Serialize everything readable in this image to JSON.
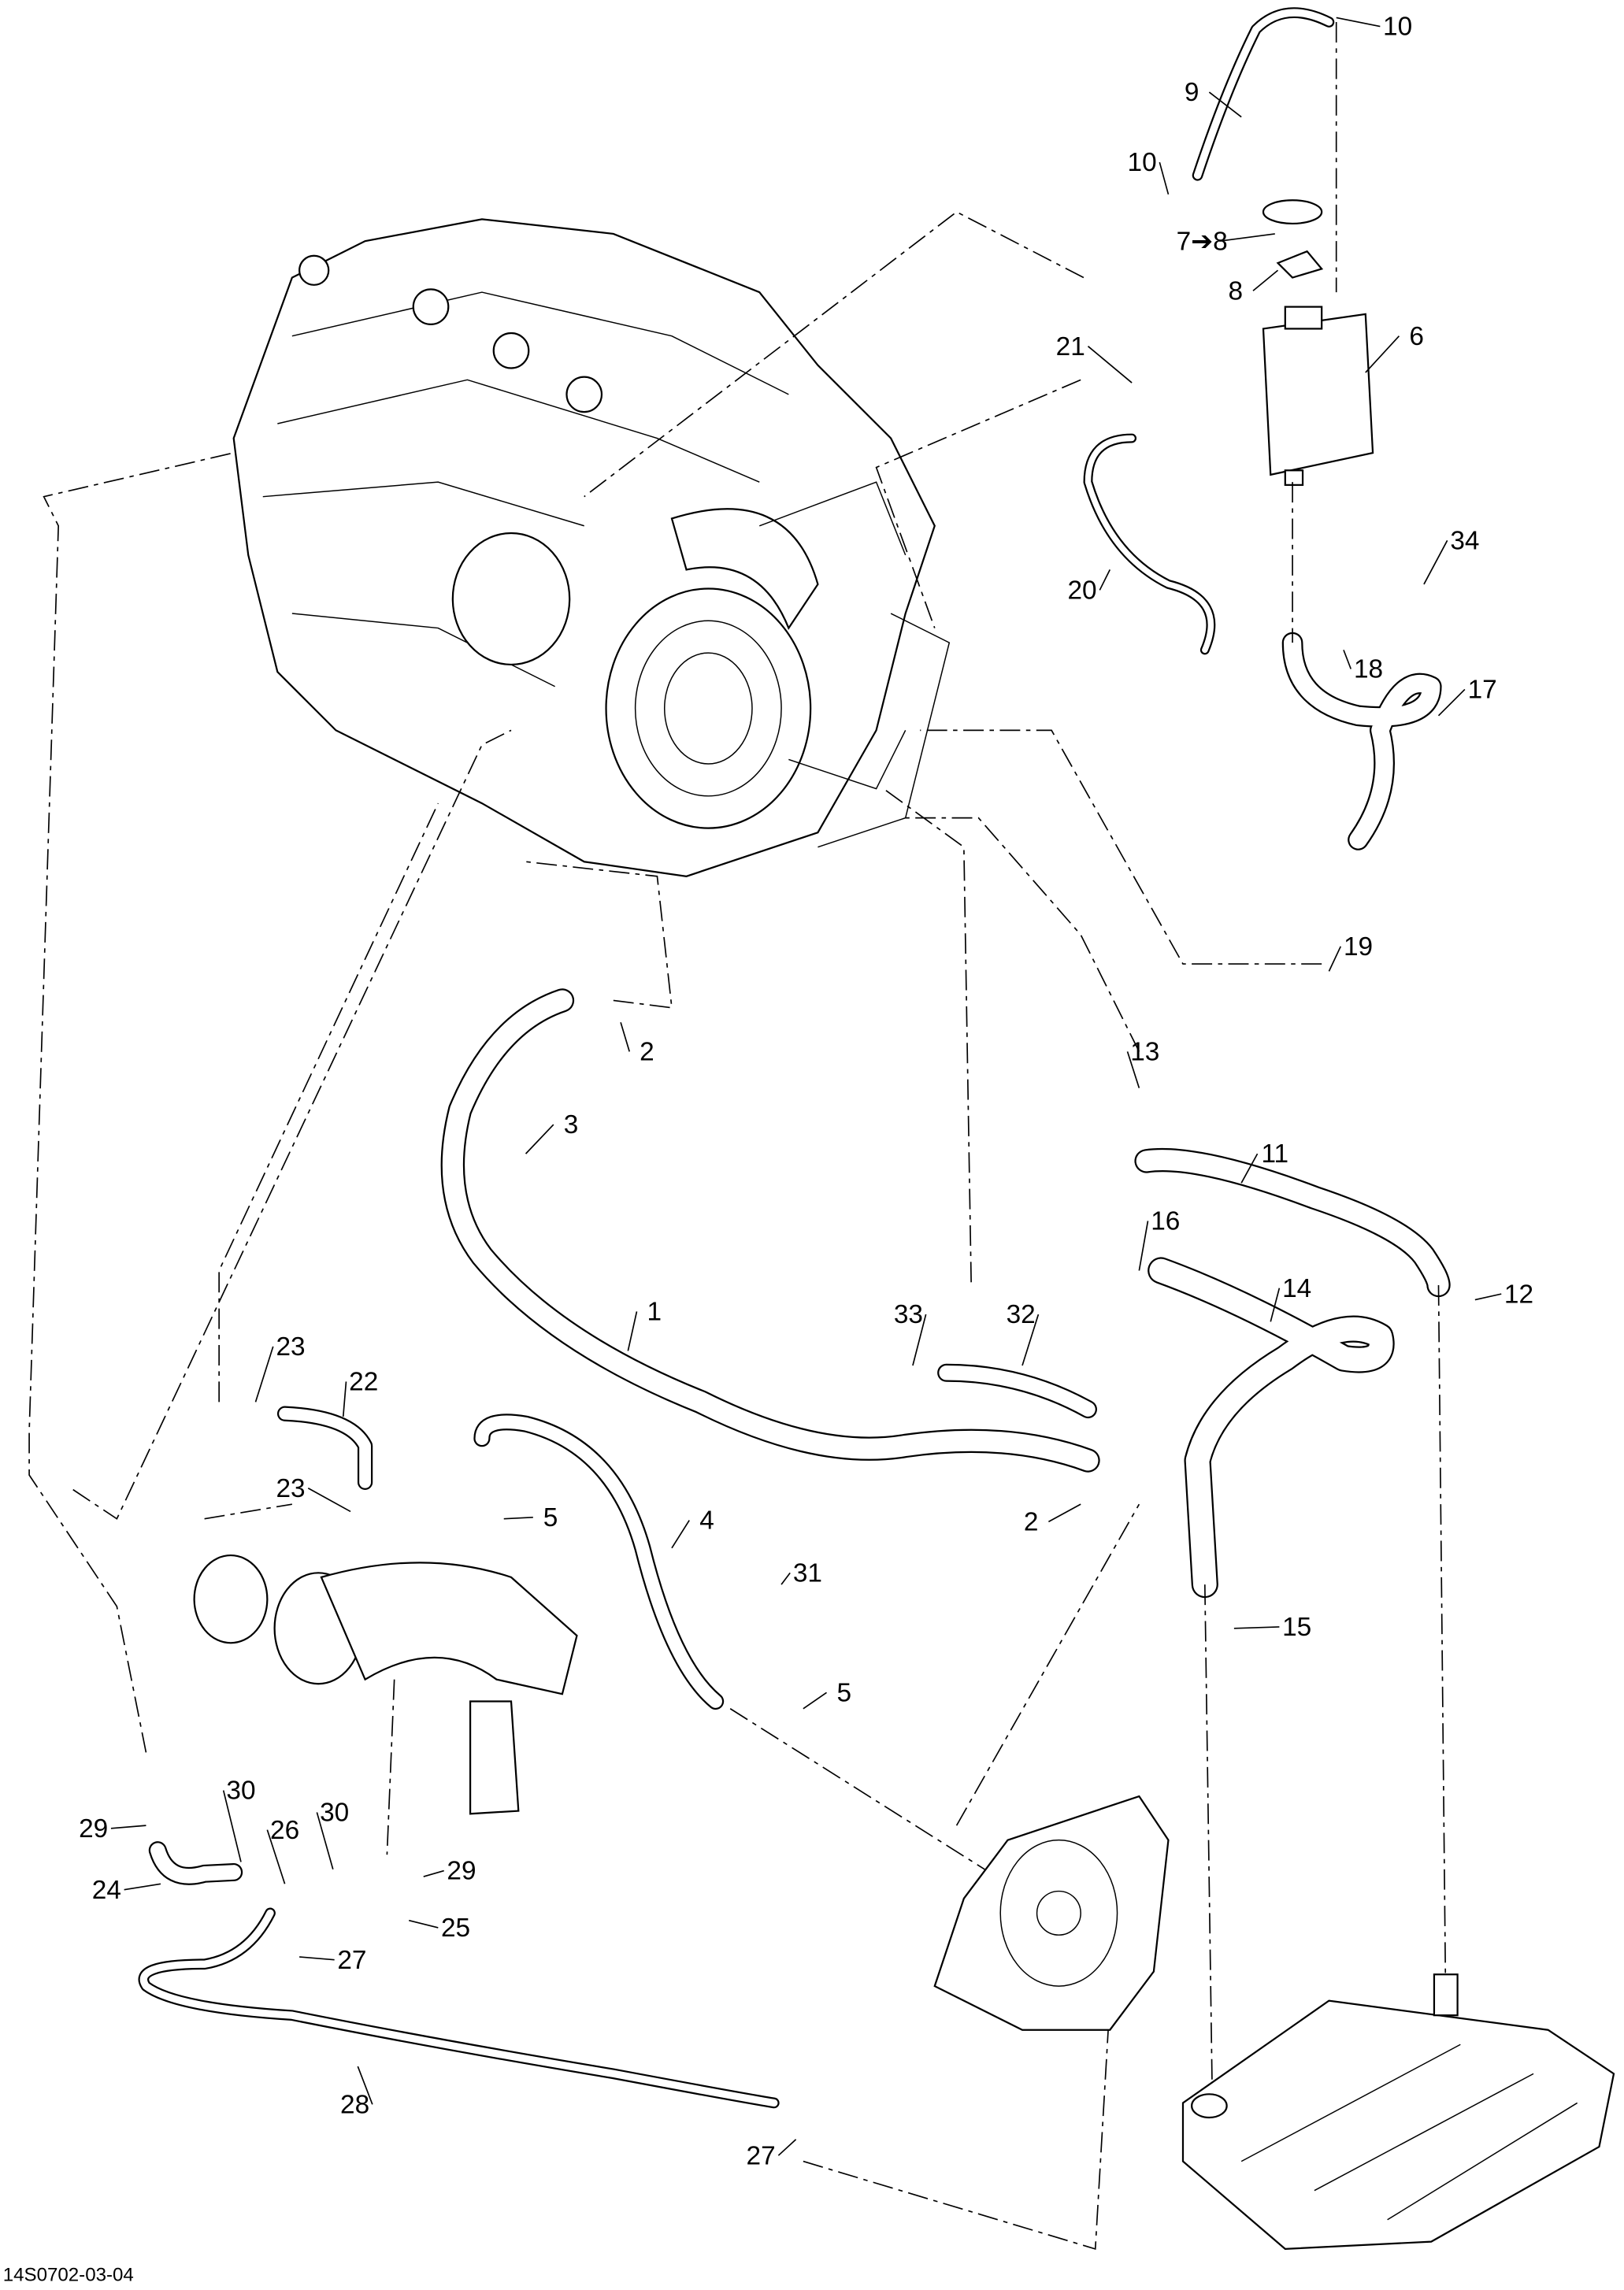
{
  "diagram": {
    "drawing_code": "14S0702-03-04",
    "callouts": [
      "10",
      "9",
      "10",
      "7➔8",
      "8",
      "6",
      "21",
      "34",
      "20",
      "18",
      "17",
      "19",
      "2",
      "13",
      "3",
      "11",
      "16",
      "14",
      "12",
      "1",
      "33",
      "32",
      "23",
      "22",
      "23",
      "5",
      "4",
      "2",
      "31",
      "15",
      "5",
      "30",
      "26",
      "30",
      "29",
      "29",
      "24",
      "25",
      "27",
      "28",
      "27"
    ]
  }
}
